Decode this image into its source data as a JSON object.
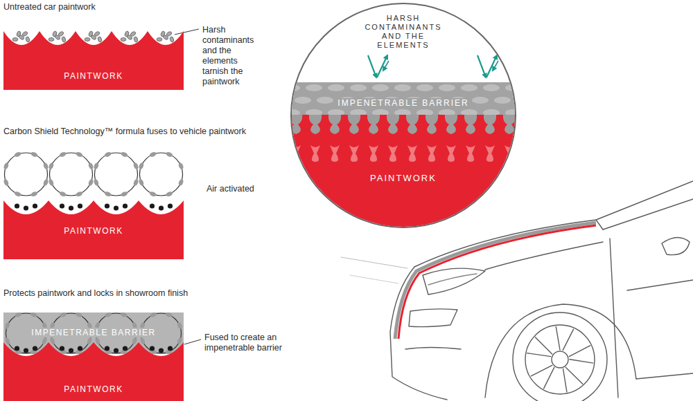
{
  "diagram": {
    "nodes": [
      {
        "text": [
          "PAINTWORK"
        ]
      },
      {
        "text": [
          "PAINTWORK"
        ]
      },
      {
        "text": [
          "IMPENETRABLE BARRIER"
        ]
      },
      {
        "text": [
          "PAINTWORK"
        ]
      },
      {
        "text": [
          "HARSH CONTAMINANTS AND THE ELEMENTS"
        ]
      },
      {
        "text": [
          "IMPENETRABLE BARRIER"
        ],
        "in": 4
      },
      {
        "text": [
          "PAINTWORK"
        ],
        "in": 4
      }
    ],
    "labels": [
      "Untreated car paintwork",
      "Harsh contaminants and the elements tarnish the paintwork",
      "Carbon Shield Technology™ formula fuses to vehicle paintwork",
      "Air activated",
      "Protects paintwork and locks in showroom finish",
      "Fused to create an impenetrable barrier"
    ]
  }
}
